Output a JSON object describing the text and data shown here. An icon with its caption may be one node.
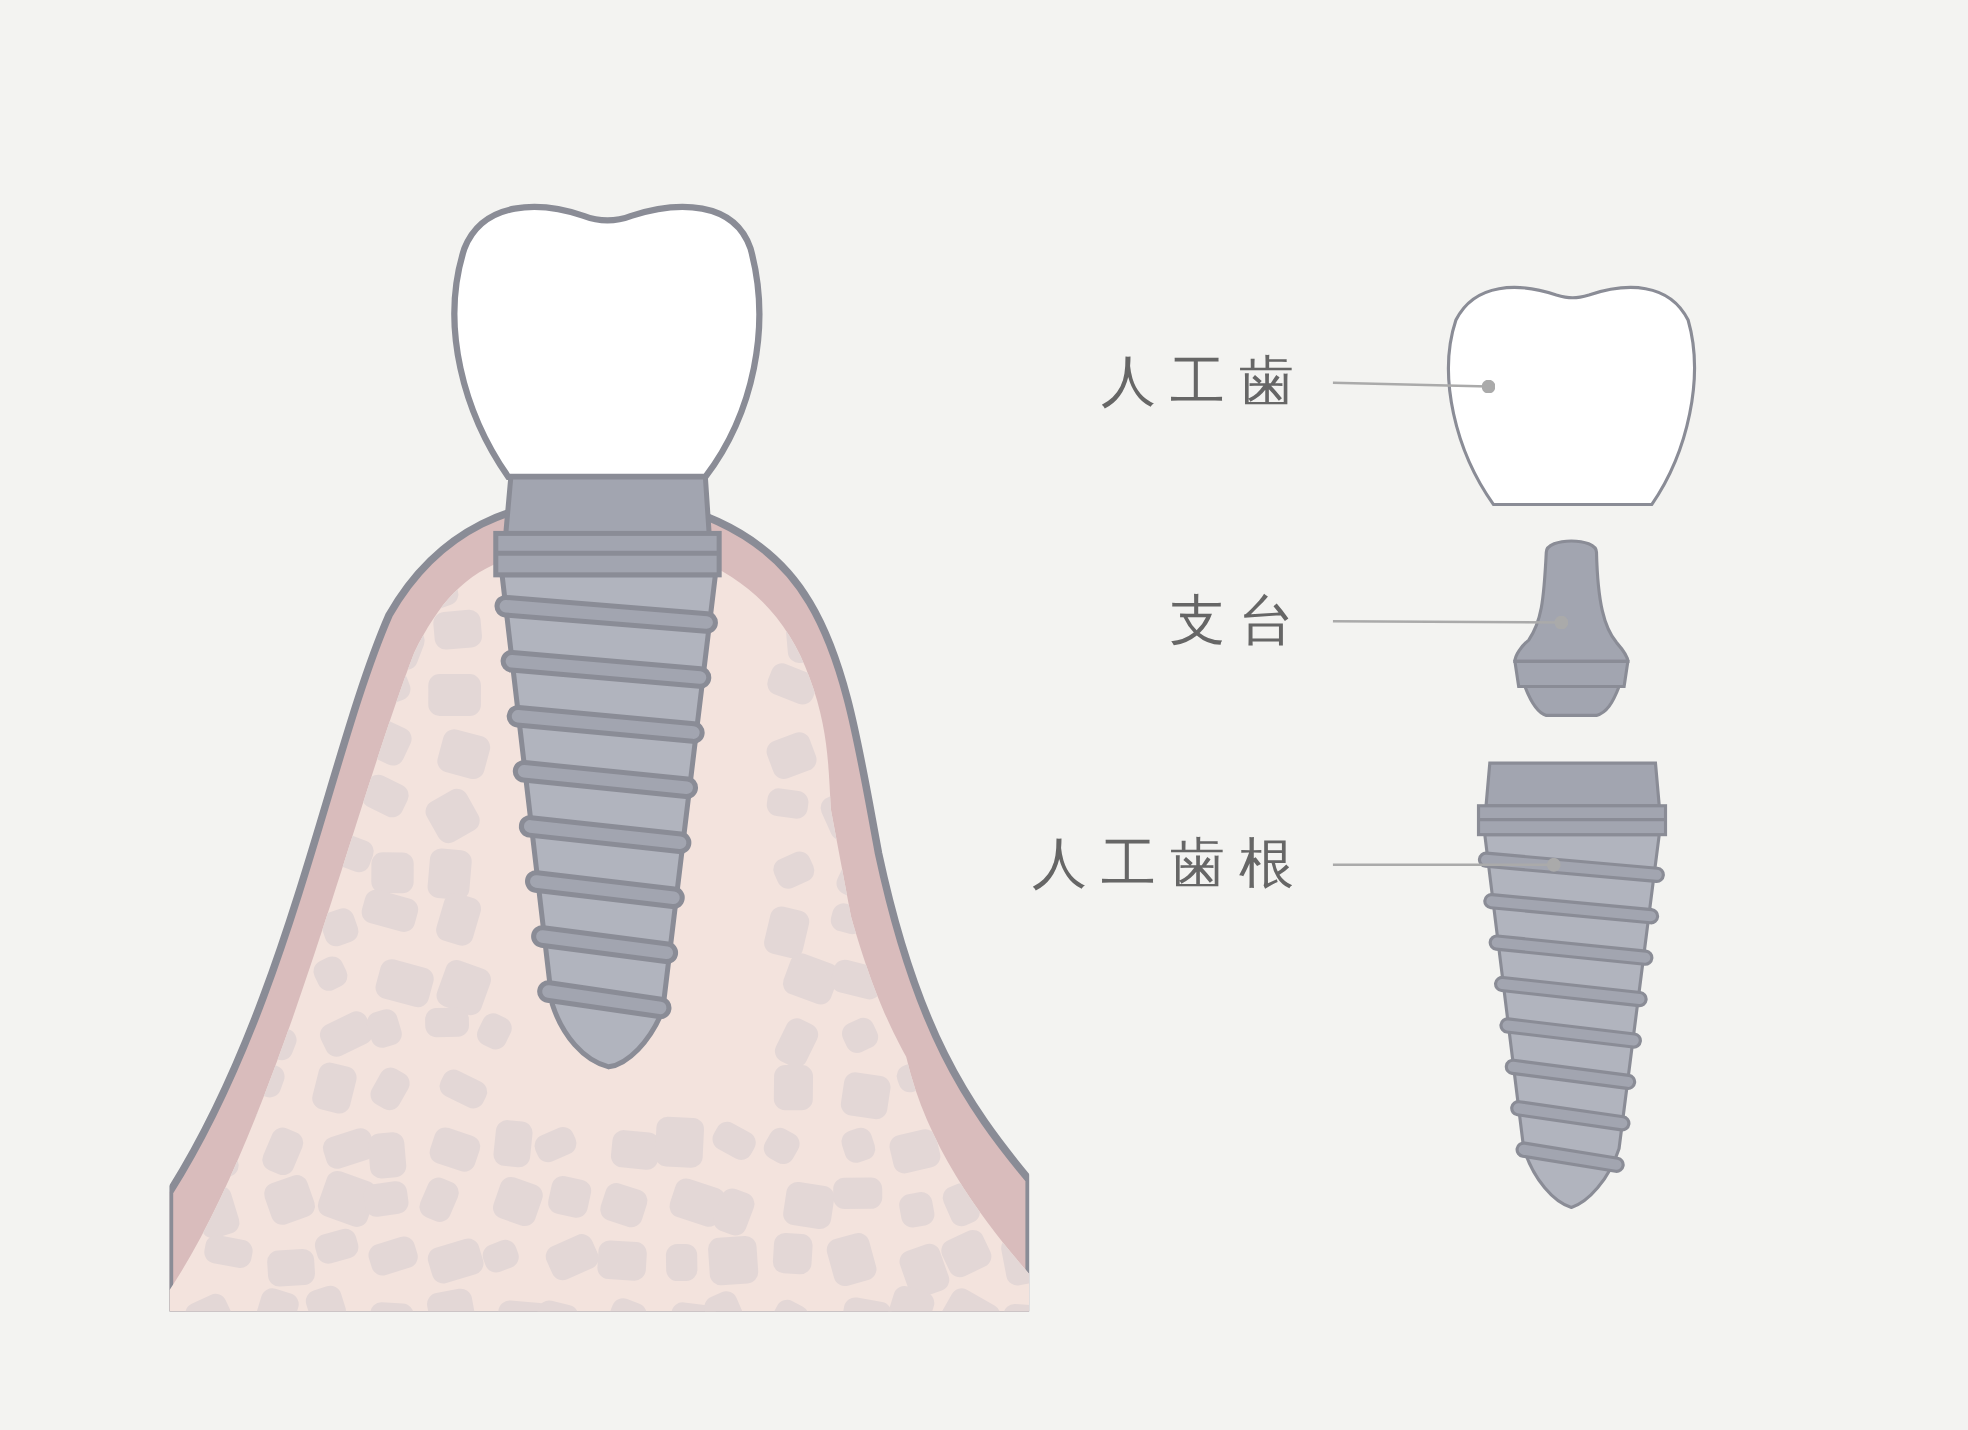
{
  "diagram": {
    "nodes": [
      {
        "text": [
          "人工歯"
        ]
      },
      {
        "text": [],
        "shape": "tooth"
      },
      {
        "text": [
          "支台"
        ]
      },
      {
        "text": [],
        "shape": "picture"
      },
      {
        "text": [
          "人工歯根"
        ]
      },
      {
        "text": [],
        "shape": "picture"
      }
    ],
    "edges": [
      {
        "from": 0,
        "to": 1,
        "arrow": "other"
      },
      {
        "from": 2,
        "to": 3,
        "arrow": "other"
      },
      {
        "from": 4,
        "to": 5,
        "arrow": "other"
      }
    ]
  }
}
